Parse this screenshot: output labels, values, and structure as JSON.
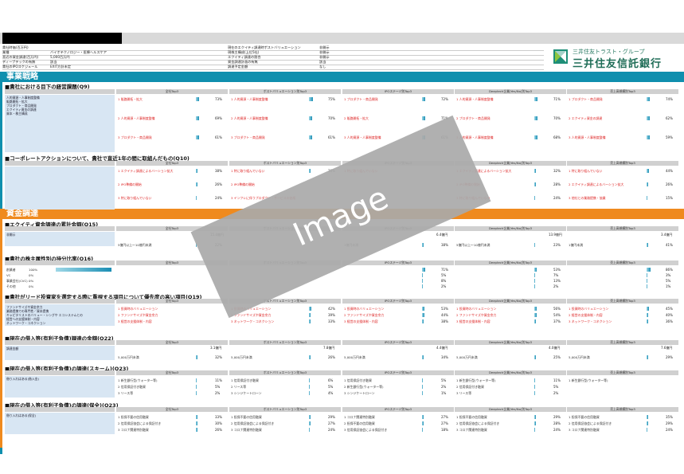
{
  "header": {
    "info_rows": [
      [
        "貴社時価(百万円)",
        "",
        "現在のエクイティ調達時ポストバリュエーション",
        "非開示"
      ],
      [
        "業種",
        "バイオテクノロジー・医療ヘルスケア",
        "現株主構成(上位5社)",
        "非開示"
      ],
      [
        "直近の資金調達(百万円)",
        "5,000百万円",
        "エクイティ調達の割合",
        "非開示"
      ],
      [
        "ディーブテックの有無",
        "該当",
        "資金調達計画の有無",
        "該当"
      ],
      [
        "貴社のIPOスケジュール",
        "EXIT方針未定",
        "調達予定金額",
        "なし"
      ]
    ]
  },
  "logo": {
    "group_name": "三井住友トラスト・グループ",
    "bank_name": "三井住友信託銀行"
  },
  "sections": {
    "strategy": "事業戦略",
    "funding": "資金調達"
  },
  "questions": {
    "q9": "■貴社における目下の経営課題(Q9)",
    "q10": "■コーポレートアクションについて、貴社で直近1年の間に取組んだもの(Q10)",
    "q15": "■エクイティ資金調達の累計金額(Q15)",
    "q16": "■貴社の株主属性別の持分比率(Q16)",
    "q19": "■貴社がリード投資家を選定する際に重視する項目について優先度の高い項目(Q19)",
    "q22": "■現在の借入等(有利子負債)調達の金額(Q22)",
    "q23a": "■現在の借入等(有利子負債)の調達(スキーム)(Q23)",
    "q23b": "■現在の借入等(有利子負債)の調達(保全)(Q23)"
  },
  "col_heads": [
    "全社Top3",
    "ポストバリュエーション別Top3",
    "IPOステージ別Top3",
    "Deeptech企業(Yes/No)別Top3",
    "売上高規模別Top3"
  ],
  "q9": {
    "left": [
      "人的資源・人事制度整備",
      "販路開拓・拡大",
      "プロダクト・商品開発",
      "エクイティ資金の調達",
      "資本・株主構成",
      "",
      "",
      "",
      "",
      "",
      "",
      ""
    ],
    "rows": [
      {
        "items": [
          "1 販路開拓・拡大",
          "1 人的資源・人事制度整備",
          "1 プロダクト・商品開発",
          "1 人的資源・人事制度整備",
          "1 プロダクト・商品開発"
        ],
        "pcts": [
          "73%",
          "75%",
          "72%",
          "71%",
          "74%"
        ]
      },
      {
        "items": [
          "2 人的資源・人事制度整備",
          "2 人的資源・人事制度整備",
          "2 販路開拓・拡大",
          "2 プロダクト・商品開発",
          "2 エクイティ資金の調達"
        ],
        "pcts": [
          "69%",
          "70%",
          "71%",
          "70%",
          "62%"
        ]
      },
      {
        "items": [
          "3 プロダクト・商品開発",
          "3 プロダクト・商品開発",
          "3 人的資源・人事制度整備",
          "3 人的資源・人事制度整備",
          "3 人的資源・人事制度整備"
        ],
        "pcts": [
          "61%",
          "61%",
          "61%",
          "68%",
          "59%"
        ]
      }
    ]
  },
  "q10": {
    "rows": [
      {
        "items": [
          "1 エクイティ調達によるバーション拡大",
          "1 特に取り組んでいない",
          "1 特に取り組んでいない",
          "1 エクイティ調達によるバーション拡大",
          "1 特に取り組んでいない"
        ],
        "pcts": [
          "38%",
          "36%",
          "",
          "32%",
          "44%"
        ]
      },
      {
        "items": [
          "2 IPO準備の開始",
          "2 IPO準備の開始",
          "",
          "2 IPO準備の開始",
          "2 エクイティ調達によるバーション拡大"
        ],
        "pcts": [
          "26%",
          "",
          "",
          "28%",
          "26%"
        ]
      },
      {
        "items": [
          "3 特に取り組んでいない",
          "3 インフレに伴うプロダクト・サービスの価格",
          "",
          "3 特に取り組んでいない",
          "3 他社との業務提携・協業"
        ],
        "pcts": [
          "24%",
          "",
          "",
          "24%",
          "15%"
        ]
      }
    ]
  },
  "q15": {
    "left": "非開示",
    "totals": [
      "15.4億円",
      "",
      "6.4億円",
      "13.9億円",
      "3.4億円"
    ],
    "row": [
      "5億円以上〜10億円未満",
      "",
      "1億円未満",
      "5億円以上〜10億円未満",
      "1億円未満"
    ],
    "pcts": [
      "22%",
      "",
      "38%",
      "23%",
      "41%"
    ]
  },
  "q16": {
    "left": [
      "創業者",
      "VC",
      "事業会社(CVC)",
      "その他"
    ],
    "left_vals": [
      "100%",
      "0%",
      "0%",
      "0%"
    ],
    "cols": [
      [
        "",
        "",
        "",
        ""
      ],
      [
        "",
        "",
        "",
        ""
      ],
      [
        "71%",
        "5%",
        "8%",
        "2%"
      ],
      [
        "53%",
        "7%",
        "13%",
        "2%"
      ],
      [
        "86%",
        "3%",
        "5%",
        "1%"
      ]
    ]
  },
  "q19": {
    "left": [
      "ファンドサイズや資金余力",
      "業務提携での専門性／資本提携",
      "キャピタリストのバリュー・シングや  エコシステムとの",
      "経営への支援体制・内容",
      "ネットワーク・コネクション"
    ],
    "rows": [
      {
        "items": [
          "1 投資時のバリュエーション",
          "1 投資時のバリュエーション",
          "1 投資時のバリュエーション",
          "1 投資時のバリュエーション",
          "1 投資時のバリュエーション"
        ],
        "pcts": [
          "",
          "42%",
          "53%",
          "56%",
          "45%"
        ]
      },
      {
        "items": [
          "2 ファンドサイズや資金余力",
          "2 ファンドサイズや資金余力",
          "2 ファンドサイズや資金余力",
          "2 ファンドサイズや資金余力",
          "2 経営の支援体制・内容"
        ],
        "pcts": [
          "",
          "39%",
          "44%",
          "54%",
          "40%"
        ]
      },
      {
        "items": [
          "3 経営の支援体制・内容",
          "3 ネットワーク・コネクション",
          "3 経営の支援体制・内容",
          "3 経営の支援体制・内容",
          "3 ネットワーク・コネクション"
        ],
        "pcts": [
          "",
          "33%",
          "38%",
          "37%",
          "36%"
        ]
      }
    ]
  },
  "q22": {
    "left": "調達金額",
    "totals": [
      "3.1億円",
      "7.8億円",
      "4.4億円",
      "4.0億円",
      "7.6億円"
    ],
    "row": [
      "5,000万円未満",
      "5,000万円未満",
      "5,000万円未満",
      "5,000万円未満",
      "5,000万円未満"
    ],
    "pcts": [
      "32%",
      "26%",
      "34%",
      "25%",
      "29%"
    ]
  },
  "q23a": {
    "left": "借り入れはある(借入金)",
    "rows": [
      {
        "items": [
          "1 新生銀行型(ウォーター等)",
          "1 信用保証付き融資",
          "1 信用保証付き融資",
          "1 新生銀行型(ウォーター等)",
          "1 新生銀行型(ウォーター等)"
        ],
        "pcts": [
          "11%",
          "6%",
          "5%",
          "11%",
          ""
        ]
      },
      {
        "items": [
          "2 信用保証付き融資",
          "2 リース等",
          "2 新生銀行型(ウォーター等)",
          "2 信用保証付き融資",
          ""
        ],
        "pcts": [
          "5%",
          "5%",
          "2%",
          "5%",
          ""
        ]
      },
      {
        "items": [
          "3 リース等",
          "3 シンジケートローン",
          "3 シンジケートローン",
          "3 リース等",
          ""
        ],
        "pcts": [
          "2%",
          "4%",
          "1%",
          "2%",
          ""
        ]
      }
    ]
  },
  "q23b": {
    "left": "借り入れはある(保全)",
    "rows": [
      {
        "items": [
          "1 担保不要の信用融資",
          "1 担保不要の信用融資",
          "1 コロナ関連特別融資",
          "1 担保不要の信用融資",
          "1 担保不要の信用融資"
        ],
        "pcts": [
          "33%",
          "29%",
          "27%",
          "29%",
          "35%"
        ]
      },
      {
        "items": [
          "2 信用保証協会による保証付き",
          "2 信用保証協会による保証付き",
          "2 担保不要の信用融資",
          "2 信用保証協会による保証付き",
          "2 信用保証協会による保証付き"
        ],
        "pcts": [
          "30%",
          "27%",
          "27%",
          "28%",
          "29%"
        ]
      },
      {
        "items": [
          "3 コロナ関連特別融資",
          "3 コロナ関連特別融資",
          "3 信用保証協会による保証付き",
          "3 コロナ関連特別融資",
          "3 コロナ関連特別融資"
        ],
        "pcts": [
          "26%",
          "24%",
          "18%",
          "24%",
          "24%"
        ]
      }
    ]
  },
  "overlay": {
    "label": "Image"
  },
  "colors": {
    "teal": "#0f8fae",
    "orange": "#ef8a1e",
    "bar_start": "#9fd8e7",
    "bar_end": "#1b8eb4",
    "red_text": "#d22222"
  }
}
